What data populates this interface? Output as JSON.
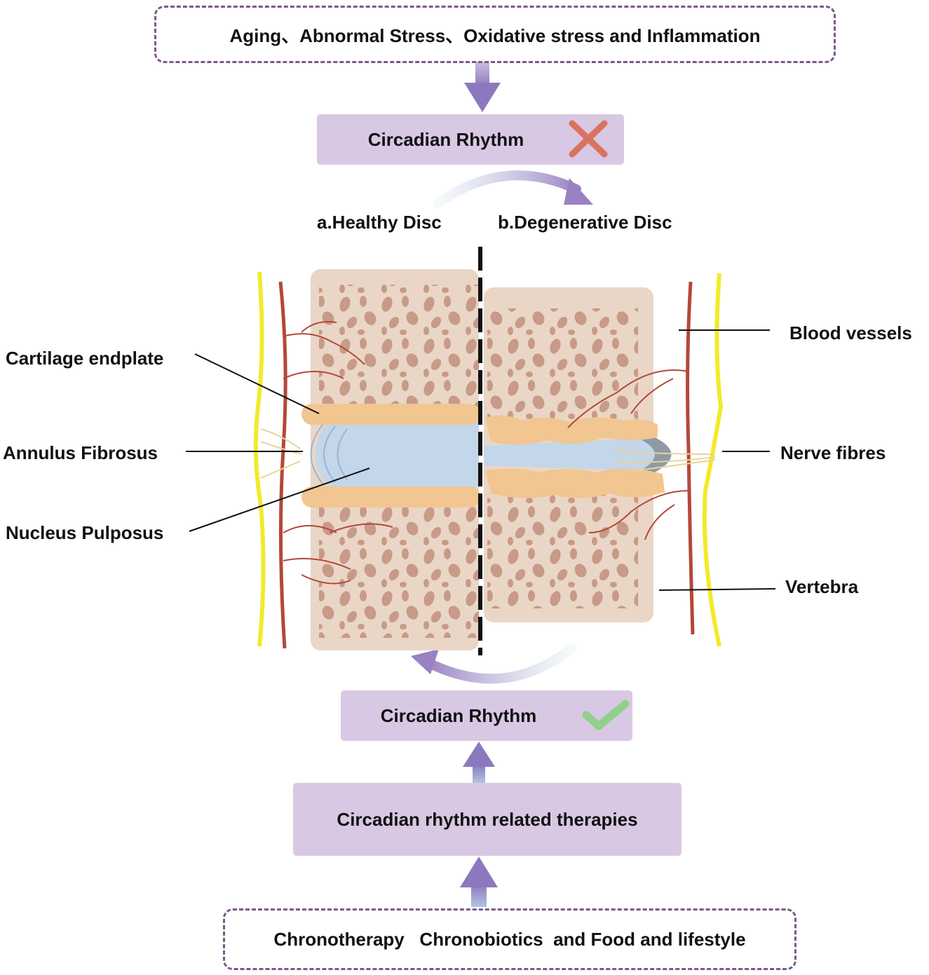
{
  "top_factors": "Aging、Abnormal Stress、Oxidative stress and Inflammation",
  "rhythm_disrupted": "Circadian Rhythm",
  "rhythm_restored": "Circadian Rhythm",
  "therapies": "Circadian rhythm related therapies",
  "bottom_interventions": "Chronotherapy   Chronobiotics  and Food and lifestyle",
  "panel_a": "a.Healthy Disc",
  "panel_b": "b.Degenerative Disc",
  "labels": {
    "cartilage_endplate": "Cartilage endplate",
    "annulus_fibrosus": "Annulus Fibrosus",
    "nucleus_pulposus": "Nucleus Pulposus",
    "blood_vessels": "Blood vessels",
    "nerve_fibres": "Nerve fibres",
    "vertebra": "Vertebra"
  },
  "icons": {
    "disrupted": "cross-icon",
    "restored": "check-icon"
  },
  "colors": {
    "box_fill": "#d9c8e3",
    "dash_border": "#7a5a86",
    "arrow": "#8a78b8",
    "cross": "#d9735e",
    "check": "#8fd08a",
    "bone": "#ead6c6",
    "bone_spots": "#c89a88",
    "endplate": "#f1c690",
    "disc": "#c3d6ea",
    "vessel": "#b5473a",
    "nerve_sheath": "#f2ea2a"
  }
}
